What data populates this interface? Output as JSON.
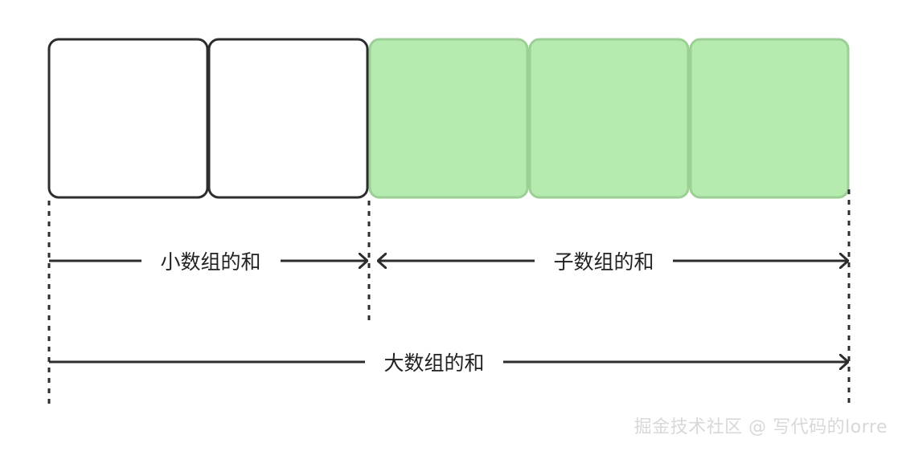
{
  "colors": {
    "stroke": "#2b2d2f",
    "box_empty_fill": "#ffffff",
    "box_highlight_fill": "#b6ebb0",
    "box_highlight_stroke": "#9ccf95",
    "watermark": "#d8d8d8"
  },
  "boxes": [
    {
      "kind": "empty"
    },
    {
      "kind": "empty"
    },
    {
      "kind": "highlight"
    },
    {
      "kind": "highlight"
    },
    {
      "kind": "highlight"
    }
  ],
  "labels": {
    "small_sum": "小数组的和",
    "sub_sum": "子数组的和",
    "big_sum": "大数组的和"
  },
  "watermark": "掘金技术社区 @ 写代码的lorre"
}
